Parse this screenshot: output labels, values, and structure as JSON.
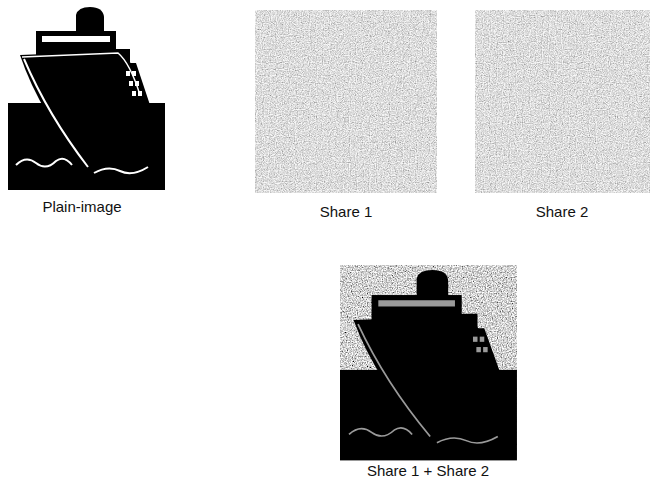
{
  "diagram": {
    "labels": [
      "Plain-image",
      "Share 1",
      "Share 2",
      "Share 1 + Share 2"
    ]
  }
}
